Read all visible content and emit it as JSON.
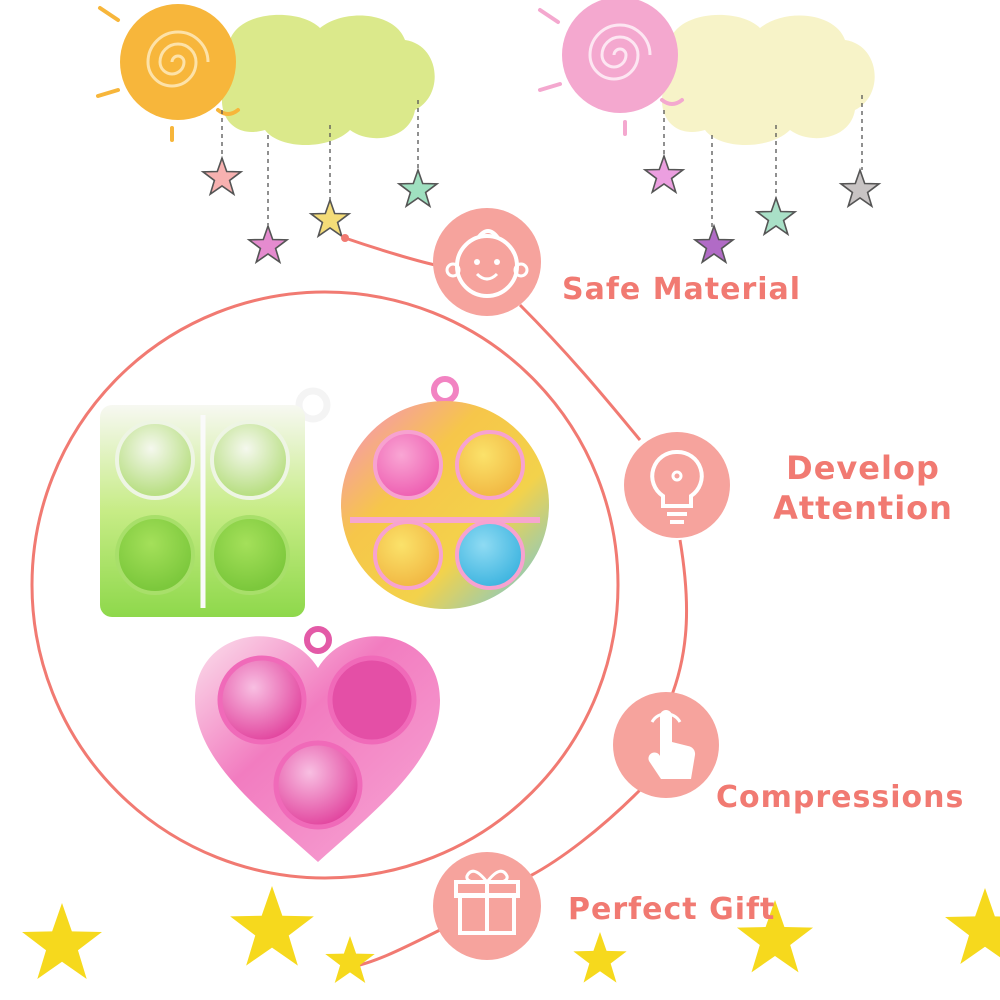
{
  "features": {
    "safe_material": "Safe Material",
    "develop_attention_line1": "Develop",
    "develop_attention_line2": "Attention",
    "compressions": "Compressions",
    "perfect_gift": "Perfect Gift"
  },
  "icons": {
    "safe_material": "baby-face-icon",
    "develop_attention": "lightbulb-icon",
    "compressions": "pointing-hand-icon",
    "perfect_gift": "gift-box-icon"
  },
  "colors": {
    "accent": "#f17a72",
    "icon_circle": "#f6a39d",
    "sun_left": "#f7b63b",
    "cloud_left": "#dbe98b",
    "sun_right": "#f4a8cf",
    "cloud_right": "#f7f3c8",
    "star_yellow": "#f6d91d"
  }
}
